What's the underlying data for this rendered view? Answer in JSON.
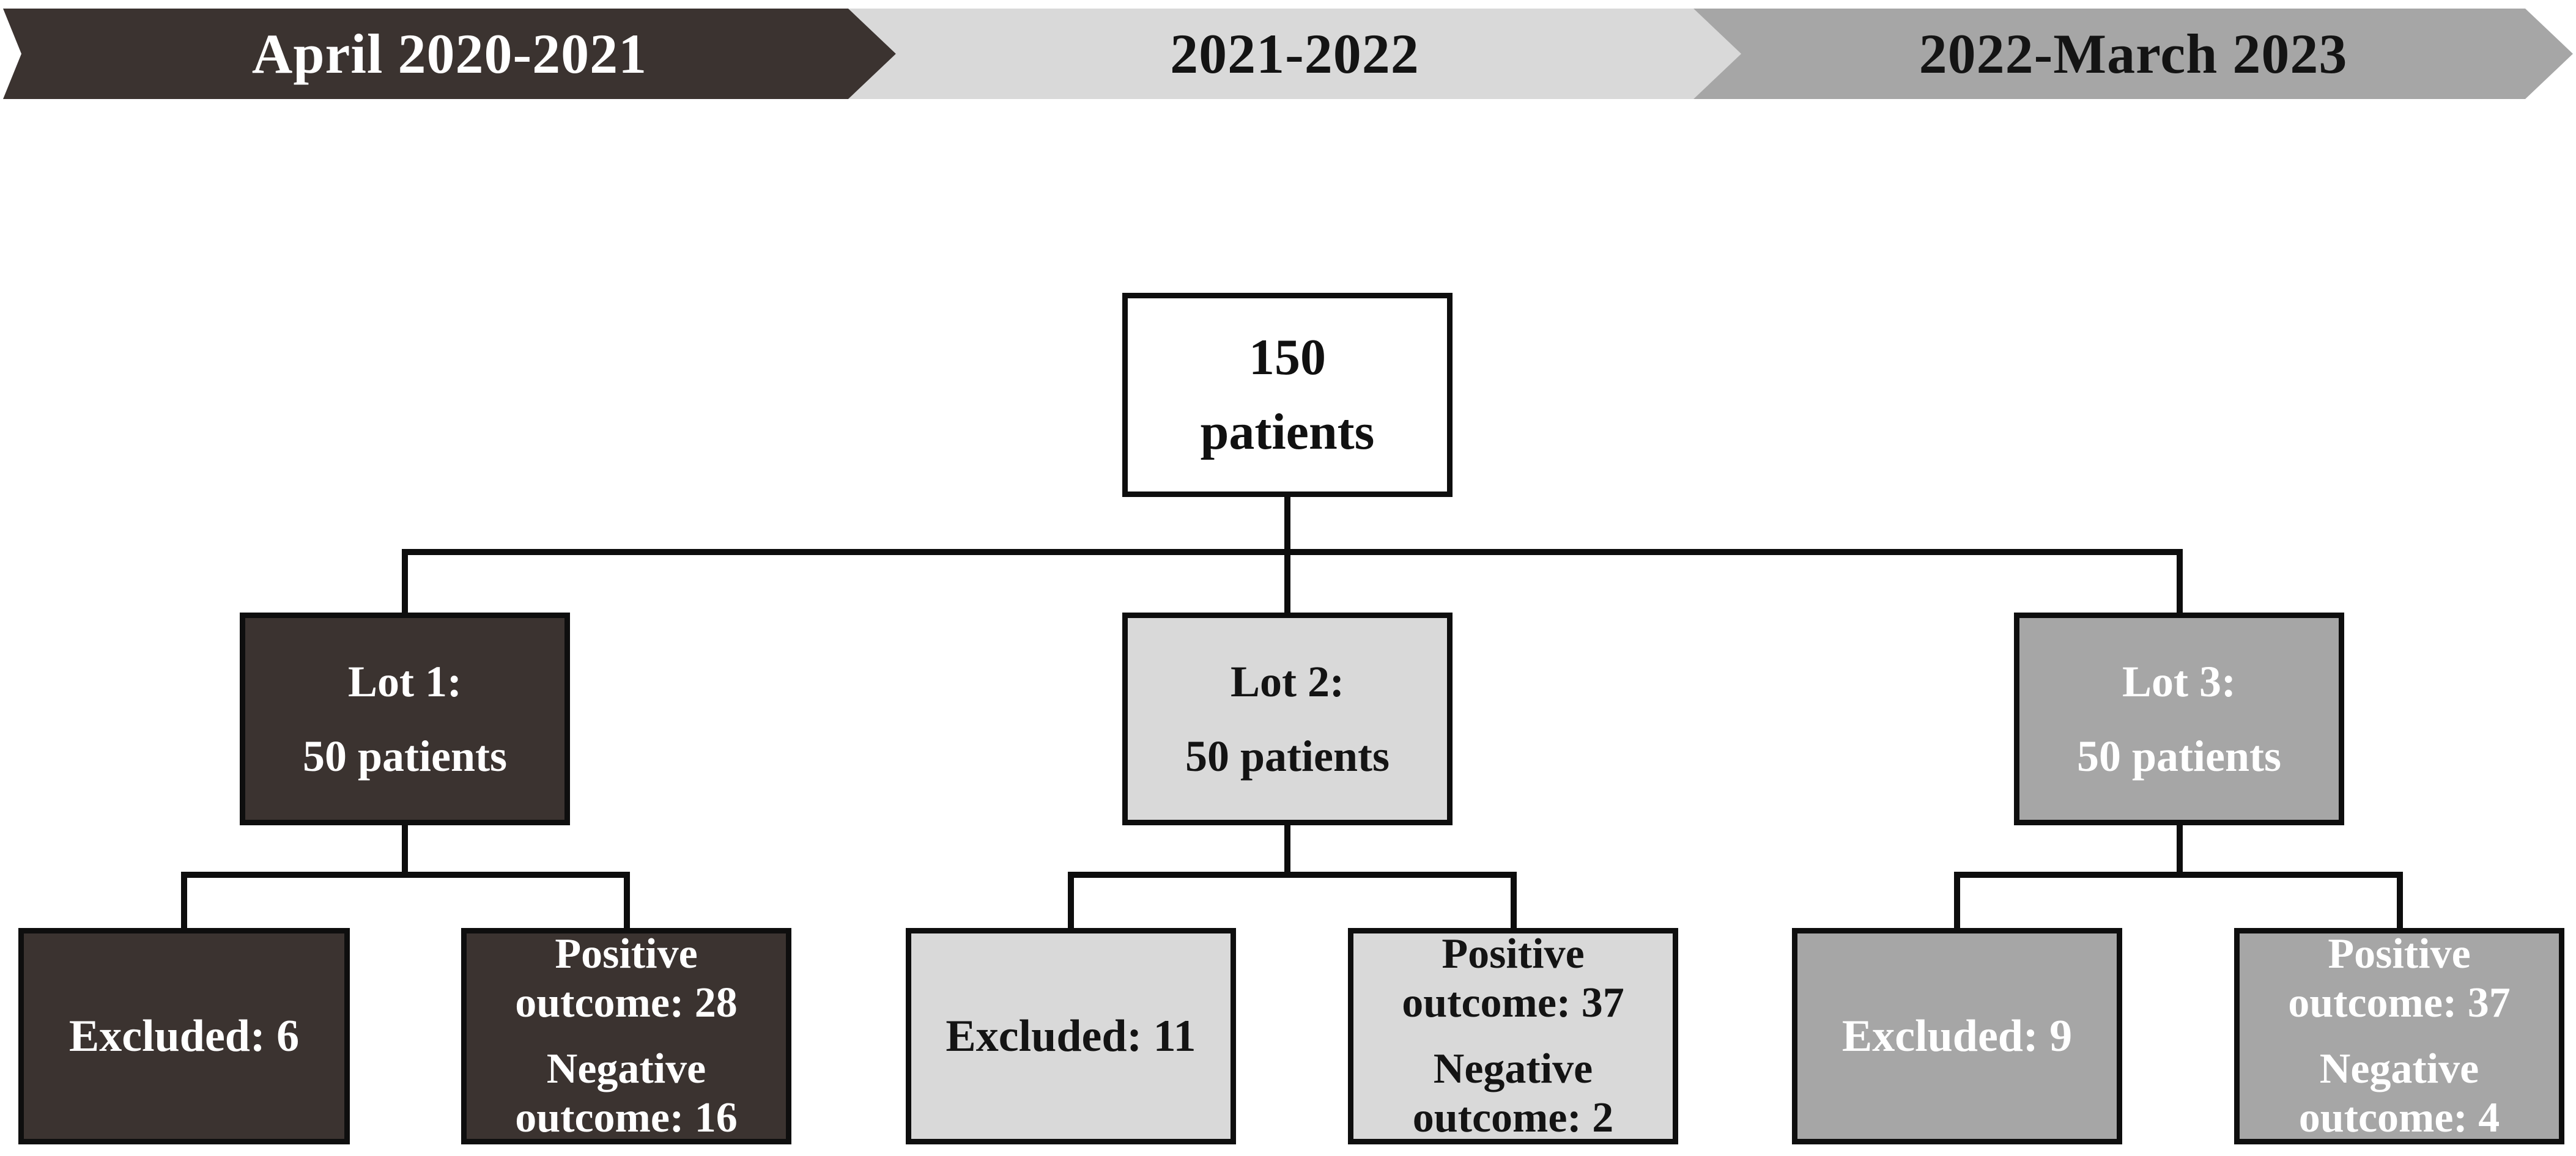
{
  "colors": {
    "background": "#ffffff",
    "line": "#0d0d0d",
    "dark": "#3b3330",
    "light_gray": "#d9d9d9",
    "medium_gray": "#a6a6a6"
  },
  "timeline": {
    "segments": [
      {
        "label": "April 2020-2021",
        "fill": "#3b3330",
        "text_color": "#ffffff"
      },
      {
        "label": "2021-2022",
        "fill": "#d9d9d9",
        "text_color": "#141414"
      },
      {
        "label": "2022-March 2023",
        "fill": "#a6a6a6",
        "text_color": "#141414"
      }
    ]
  },
  "flowchart": {
    "root": {
      "line1": "150",
      "line2": "patients"
    },
    "groups": [
      {
        "lot": {
          "line1": "Lot 1:",
          "line2": "50 patients",
          "fill": "#3b3330",
          "text_color": "#ffffff"
        },
        "excluded": {
          "label": "Excluded: 6",
          "fill": "#3b3330",
          "text_color": "#ffffff"
        },
        "outcome": {
          "positive": "Positive outcome: 28",
          "negative": "Negative outcome: 16",
          "fill": "#3b3330",
          "text_color": "#ffffff"
        }
      },
      {
        "lot": {
          "line1": "Lot 2:",
          "line2": "50 patients",
          "fill": "#d9d9d9",
          "text_color": "#141414"
        },
        "excluded": {
          "label": "Excluded: 11",
          "fill": "#d9d9d9",
          "text_color": "#141414"
        },
        "outcome": {
          "positive": "Positive outcome: 37",
          "negative": "Negative outcome: 2",
          "fill": "#d9d9d9",
          "text_color": "#141414"
        }
      },
      {
        "lot": {
          "line1": "Lot 3:",
          "line2": "50 patients",
          "fill": "#a6a6a6",
          "text_color": "#ffffff"
        },
        "excluded": {
          "label": "Excluded: 9",
          "fill": "#a6a6a6",
          "text_color": "#ffffff"
        },
        "outcome": {
          "positive": "Positive outcome: 37",
          "negative": "Negative outcome: 4",
          "fill": "#a6a6a6",
          "text_color": "#ffffff"
        }
      }
    ]
  }
}
